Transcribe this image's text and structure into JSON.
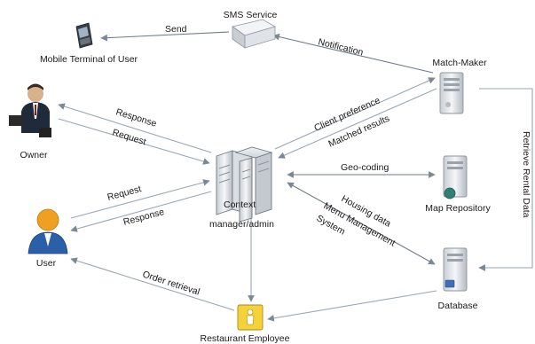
{
  "nodes": {
    "sms_service": "SMS Service",
    "mobile_terminal": "Mobile Terminal of User",
    "match_maker": "Match-Maker",
    "owner": "Owner",
    "context_manager_line1": "Context",
    "context_manager_line2": "manager/admin",
    "map_repository": "Map Repository",
    "user": "User",
    "database": "Database",
    "restaurant_employee": "Restaurant Employee"
  },
  "edges": {
    "send": "Send",
    "notification": "Notification",
    "owner_response": "Response",
    "owner_request": "Request",
    "client_preference": "Client preference",
    "matched_results": "Matched results",
    "geo_coding": "Geo-coding",
    "user_request": "Request",
    "user_response": "Response",
    "housing_data": "Housing data",
    "menu_management": "Menu Management",
    "system": "System",
    "order_retrieval": "Order retrieval",
    "retrieve_rental_data": "Retrieve Rental Data"
  },
  "icons": {
    "sms_service": "printer-device-icon",
    "mobile_terminal": "mobile-phone-icon",
    "match_maker": "server-tower-icon",
    "owner": "businessman-icon",
    "context_manager": "server-cluster-icon",
    "map_repository": "server-globe-icon",
    "user": "user-person-icon",
    "database": "server-database-icon",
    "restaurant_employee": "employee-badge-icon"
  },
  "colors": {
    "edge": "#9aa6b2",
    "user_orange": "#f0a020",
    "user_blue": "#2b5fa8",
    "badge_yellow": "#f5d23a"
  }
}
